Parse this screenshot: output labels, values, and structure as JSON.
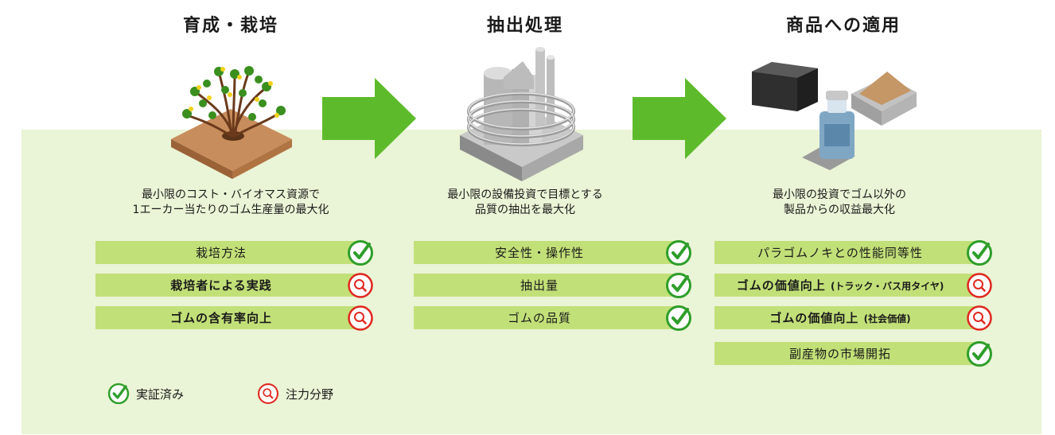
{
  "columns": [
    {
      "title": "育成・栽培",
      "description": "最小限のコスト・バイオマス資源で\n1エーカー当たりのゴム生産量の最大化",
      "items": [
        {
          "label": "栽培方法",
          "bold": false,
          "status": "verified"
        },
        {
          "label": "栽培者による実践",
          "bold": true,
          "status": "focus"
        },
        {
          "label": "ゴムの含有率向上",
          "bold": true,
          "status": "focus"
        }
      ]
    },
    {
      "title": "抽出処理",
      "description": "最小限の設備投資で目標とする\n品質の抽出を最大化",
      "items": [
        {
          "label": "安全性・操作性",
          "bold": false,
          "status": "verified"
        },
        {
          "label": "抽出量",
          "bold": false,
          "status": "verified"
        },
        {
          "label": "ゴムの品質",
          "bold": false,
          "status": "verified"
        }
      ]
    },
    {
      "title": "商品への適用",
      "description": "最小限の投資でゴム以外の\n製品からの収益最大化",
      "items": [
        {
          "label": "パラゴムノキとの性能同等性",
          "bold": false,
          "status": "verified"
        },
        {
          "label": "ゴムの価値向上",
          "sub": "(トラック・バス用タイヤ)",
          "bold": true,
          "status": "focus"
        },
        {
          "label": "ゴムの価値向上",
          "sub": "(社会価値)",
          "bold": true,
          "status": "focus"
        },
        {
          "label": "副産物の市場開拓",
          "bold": false,
          "status": "verified"
        }
      ]
    }
  ],
  "legend": {
    "verified_label": "実証済み",
    "focus_label": "注力分野"
  },
  "colors": {
    "panel_bg": "#eaf4d6",
    "bar": "#c2e078",
    "arrow": "#5dbb2b",
    "check": "#2e9e2a",
    "focus": "#e0271f"
  },
  "icons": {
    "verified": "check-circle-icon",
    "focus": "search-circle-icon"
  }
}
